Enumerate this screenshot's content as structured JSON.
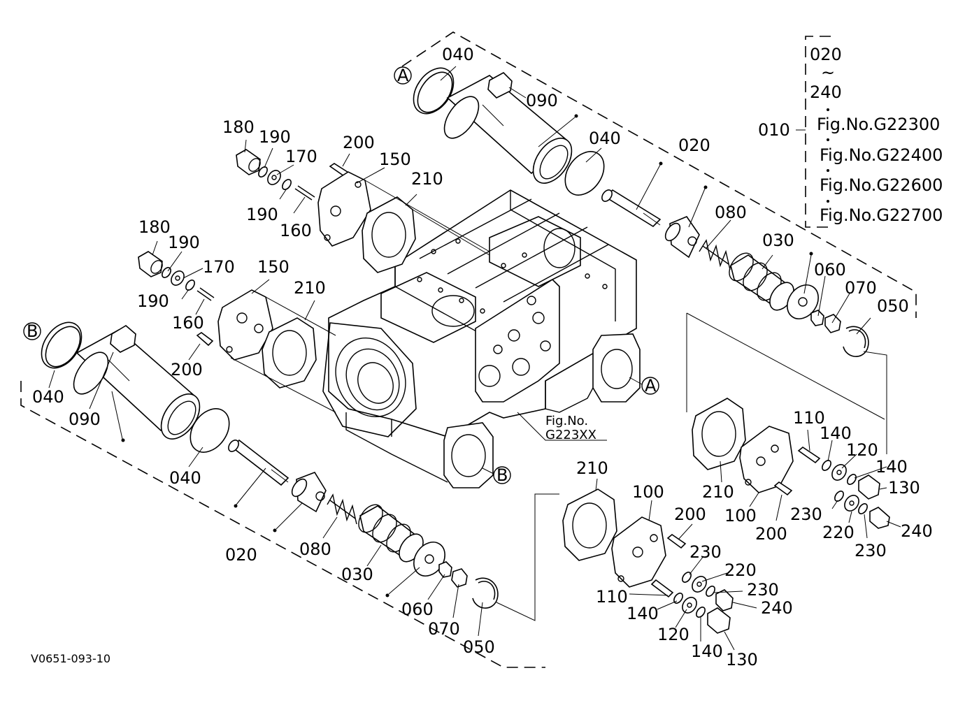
{
  "drawing_code": "V0651-093-10",
  "figure_ref": {
    "line1": "Fig.No.",
    "line2": "G223XX"
  },
  "assembly": {
    "range_from": "020",
    "tilde": "~",
    "range_to": "240",
    "parent": "010",
    "figures": [
      "Fig.No.G22300",
      "Fig.No.G22400",
      "Fig.No.G22600",
      "Fig.No.G22700"
    ]
  },
  "circle_markers": {
    "a": "A",
    "b": "B"
  },
  "part_numbers": {
    "p020": "020",
    "p030": "030",
    "p040": "040",
    "p050": "050",
    "p060": "060",
    "p070": "070",
    "p080": "080",
    "p090": "090",
    "p100": "100",
    "p110": "110",
    "p120": "120",
    "p130": "130",
    "p140": "140",
    "p150": "150",
    "p160": "160",
    "p170": "170",
    "p180": "180",
    "p190": "190",
    "p200": "200",
    "p210": "210",
    "p220": "220",
    "p230": "230",
    "p240": "240"
  }
}
